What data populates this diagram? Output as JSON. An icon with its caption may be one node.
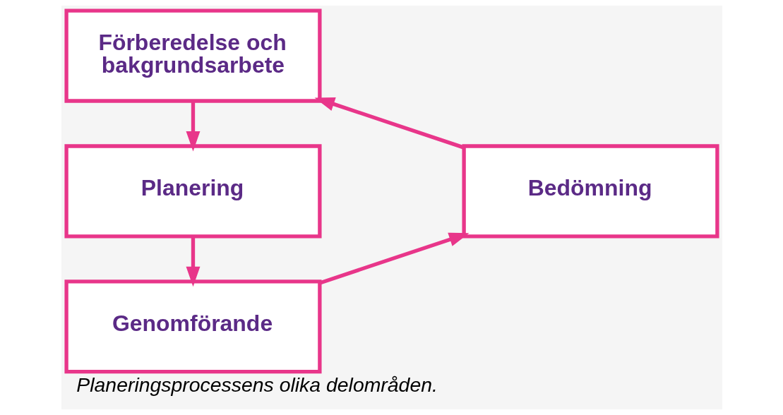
{
  "diagram": {
    "caption": "Planeringsprocessens olika delområden.",
    "nodes": [
      {
        "text": [
          "Förberedelse och bakgrundsarbete"
        ]
      },
      {
        "text": [
          "Planering"
        ]
      },
      {
        "text": [
          "Genomförande"
        ]
      },
      {
        "text": [
          "Bedömning"
        ]
      }
    ],
    "edges": [
      {
        "from": 0,
        "to": 1,
        "arrow": "to"
      },
      {
        "from": 1,
        "to": 2,
        "arrow": "to"
      },
      {
        "from": 2,
        "to": 3,
        "arrow": "to"
      },
      {
        "from": 3,
        "to": 0,
        "arrow": "to"
      }
    ]
  }
}
